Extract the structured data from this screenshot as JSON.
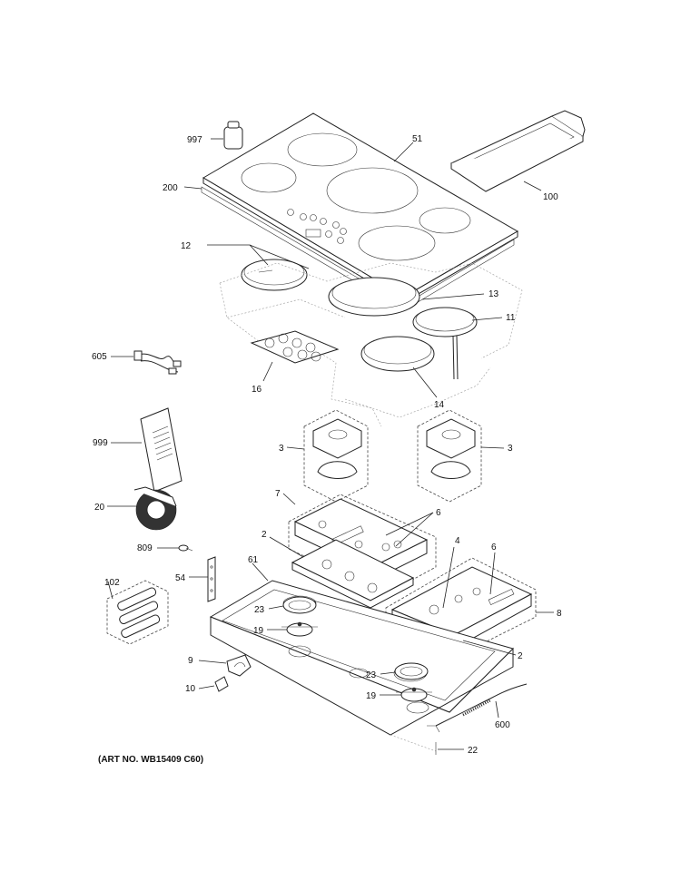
{
  "caption": "(ART NO. WB15409 C60)",
  "callouts": {
    "c997": "997",
    "c51": "51",
    "c200": "200",
    "c100": "100",
    "c12": "12",
    "c13": "13",
    "c11": "11",
    "c605": "605",
    "c16": "16",
    "c14": "14",
    "c3a": "3",
    "c3b": "3",
    "c999": "999",
    "c7": "7",
    "c6a": "6",
    "c20": "20",
    "c2a": "2",
    "c4": "4",
    "c6b": "6",
    "c809": "809",
    "c61": "61",
    "c54": "54",
    "c102": "102",
    "c23a": "23",
    "c8": "8",
    "c19a": "19",
    "c2b": "2",
    "c9": "9",
    "c23b": "23",
    "c10": "10",
    "c19b": "19",
    "c600": "600",
    "c22": "22"
  }
}
